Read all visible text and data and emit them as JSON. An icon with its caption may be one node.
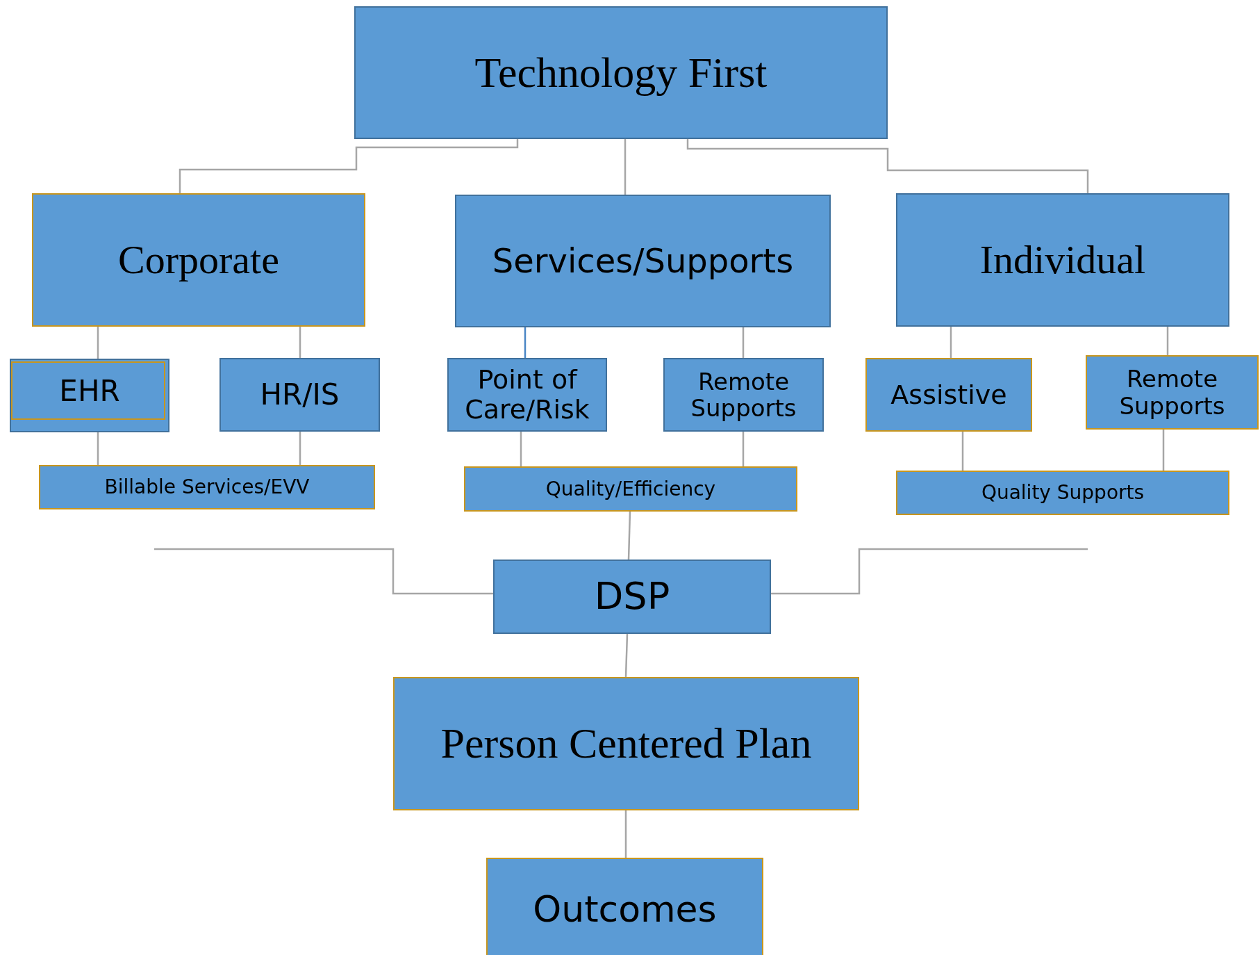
{
  "diagram": {
    "nodes": [
      {
        "text": [
          "Technology First"
        ]
      },
      {
        "text": [
          "Corporate"
        ]
      },
      {
        "text": [
          "Services/Supports"
        ]
      },
      {
        "text": [
          "Individual"
        ]
      },
      {
        "text": [
          "EHR"
        ]
      },
      {
        "text": [
          "HR/IS"
        ]
      },
      {
        "text": [
          "Point of Care/Risk"
        ]
      },
      {
        "text": [
          "Remote Supports"
        ]
      },
      {
        "text": [
          "Assistive"
        ]
      },
      {
        "text": [
          "Remote Supports"
        ]
      },
      {
        "text": [
          "Billable Services/EVV"
        ]
      },
      {
        "text": [
          "Quality/Efficiency"
        ]
      },
      {
        "text": [
          "Quality Supports"
        ]
      },
      {
        "text": [
          "DSP"
        ]
      },
      {
        "text": [
          "Person Centered Plan"
        ]
      },
      {
        "text": [
          "Outcomes"
        ]
      }
    ],
    "edges": [
      {
        "from": 0,
        "to": 1,
        "arrow": "none"
      },
      {
        "from": 0,
        "to": 2,
        "arrow": "none"
      },
      {
        "from": 0,
        "to": 3,
        "arrow": "none"
      },
      {
        "from": 1,
        "to": 4,
        "arrow": "none"
      },
      {
        "from": 1,
        "to": 5,
        "arrow": "none"
      },
      {
        "from": 2,
        "to": 6,
        "arrow": "none",
        "color": "#4a86c5"
      },
      {
        "from": 2,
        "to": 7,
        "arrow": "none"
      },
      {
        "from": 3,
        "to": 8,
        "arrow": "none"
      },
      {
        "from": 3,
        "to": 9,
        "arrow": "none"
      },
      {
        "from": 4,
        "to": 10,
        "arrow": "none"
      },
      {
        "from": 5,
        "to": 10,
        "arrow": "none"
      },
      {
        "from": 6,
        "to": 11,
        "arrow": "none"
      },
      {
        "from": 7,
        "to": 11,
        "arrow": "none"
      },
      {
        "from": 8,
        "to": 12,
        "arrow": "none"
      },
      {
        "from": 9,
        "to": 12,
        "arrow": "none"
      },
      {
        "from": 11,
        "to": 13,
        "arrow": "none"
      },
      {
        "from": null,
        "to": 13,
        "arrow": "none"
      },
      {
        "from": 13,
        "to": null,
        "arrow": "none"
      },
      {
        "from": 13,
        "to": 14,
        "arrow": "none"
      },
      {
        "from": 14,
        "to": 15,
        "arrow": "none"
      }
    ]
  }
}
